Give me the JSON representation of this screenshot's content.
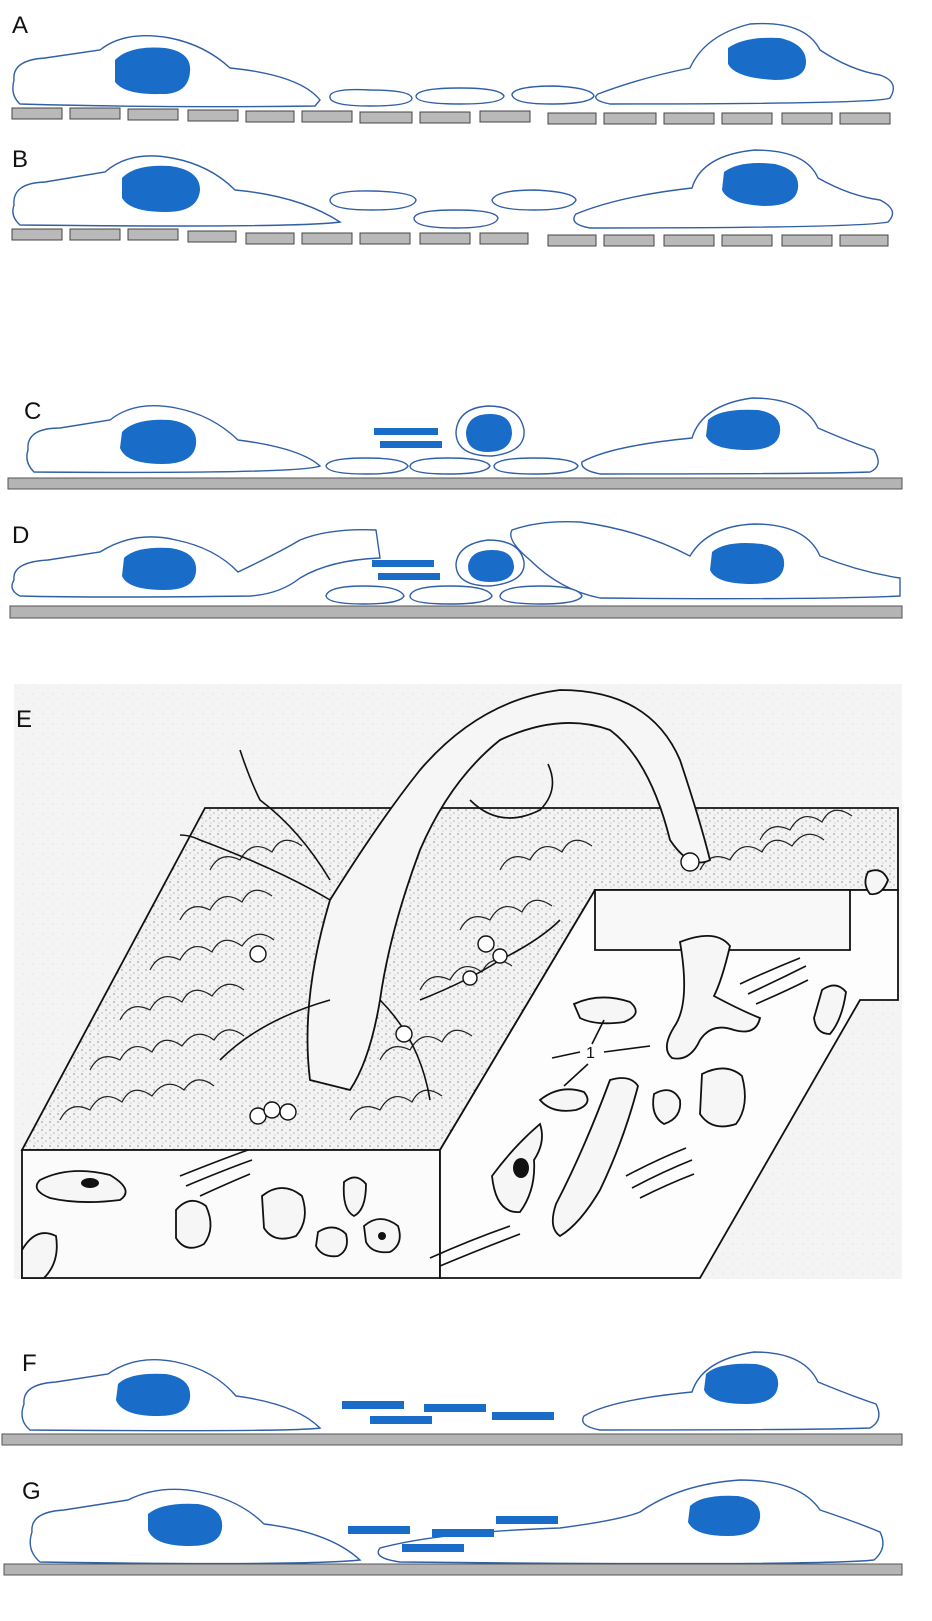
{
  "panels": {
    "a": {
      "label": "A"
    },
    "b": {
      "label": "B"
    },
    "c": {
      "label": "C"
    },
    "d": {
      "label": "D"
    },
    "e": {
      "label": "E",
      "annotation": "1"
    },
    "f": {
      "label": "F"
    },
    "g": {
      "label": "G"
    }
  },
  "colors": {
    "nucleus": "#1a6cc9",
    "cell_outline": "#2f5fa7",
    "membrane": "#b4b4b4",
    "ink": "#111111"
  }
}
